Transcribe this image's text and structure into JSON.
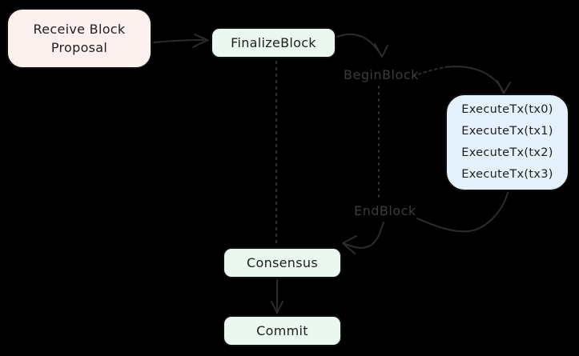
{
  "canvas": {
    "background": "#000000",
    "stroke_color": "#2c2c2c",
    "phase_label_color": "#3c3c3c",
    "node_text_color": "#1e1e1e"
  },
  "nodes": {
    "receive": {
      "label_line1": "Receive Block",
      "label_line2": "Proposal",
      "fill": "#fdf1f0"
    },
    "finalize": {
      "label": "FinalizeBlock",
      "fill": "#ebf8f0"
    },
    "execute": {
      "lines": [
        "ExecuteTx(tx0)",
        "ExecuteTx(tx1)",
        "ExecuteTx(tx2)",
        "ExecuteTx(tx3)"
      ],
      "fill": "#e4f1fc"
    },
    "consensus": {
      "label": "Consensus",
      "fill": "#ebf8f0"
    },
    "commit": {
      "label": "Commit",
      "fill": "#ebf8f0"
    }
  },
  "labels": {
    "begin_block": "BeginBlock",
    "end_block": "EndBlock"
  }
}
